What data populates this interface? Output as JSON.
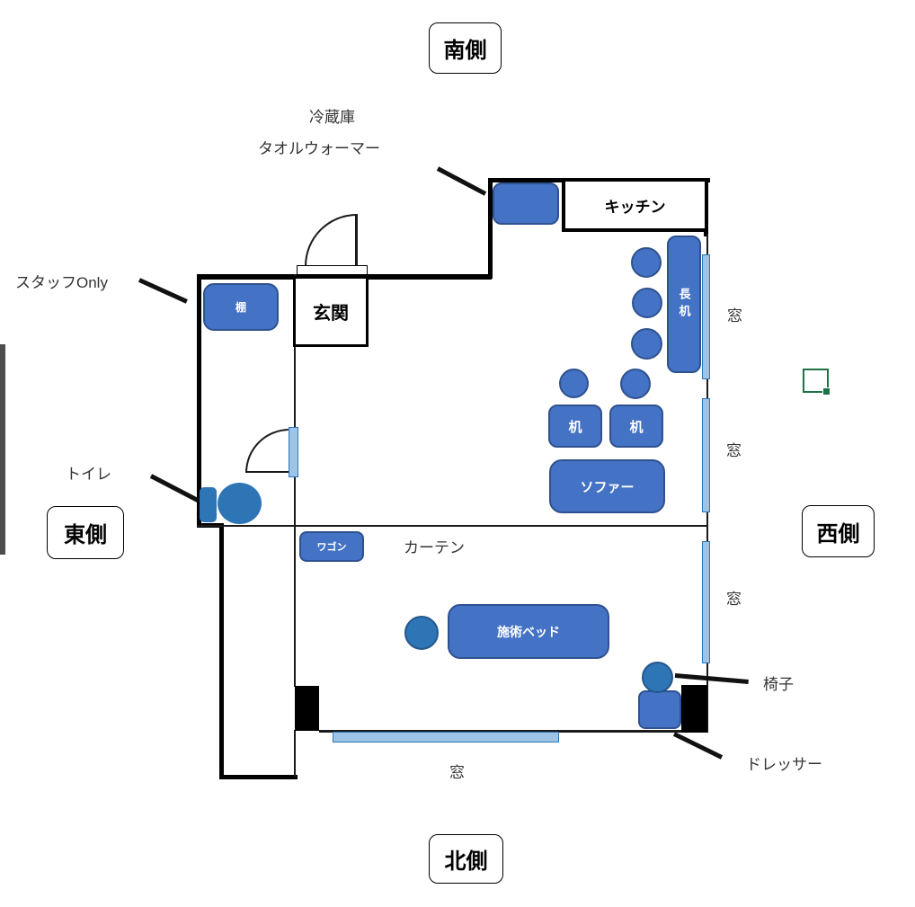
{
  "diagram": {
    "compass": {
      "south": "南側",
      "north": "北側",
      "east": "東側",
      "west": "西側"
    },
    "rooms": {
      "kitchen": "キッチン",
      "entrance": "玄関"
    },
    "furniture": {
      "shelf": "棚",
      "long_desk": "長机",
      "desk": "机",
      "sofa": "ソファー",
      "wagon": "ワゴン",
      "treatment_bed": "施術ベッド"
    },
    "annotations": {
      "fridge": "冷蔵庫",
      "towel_warmer": "タオルウォーマー",
      "staff_only": "スタッフOnly",
      "toilet": "トイレ",
      "curtain": "カーテン",
      "window": "窓",
      "chair": "椅子",
      "dresser": "ドレッサー"
    },
    "colors": {
      "furniture_blue": "#4472C4",
      "furniture_border": "#2F528F",
      "fixture_blue": "#2E75B6",
      "window_blue": "#9DC3E6",
      "selection_green": "#1E7145",
      "wall_black": "#000000"
    }
  }
}
